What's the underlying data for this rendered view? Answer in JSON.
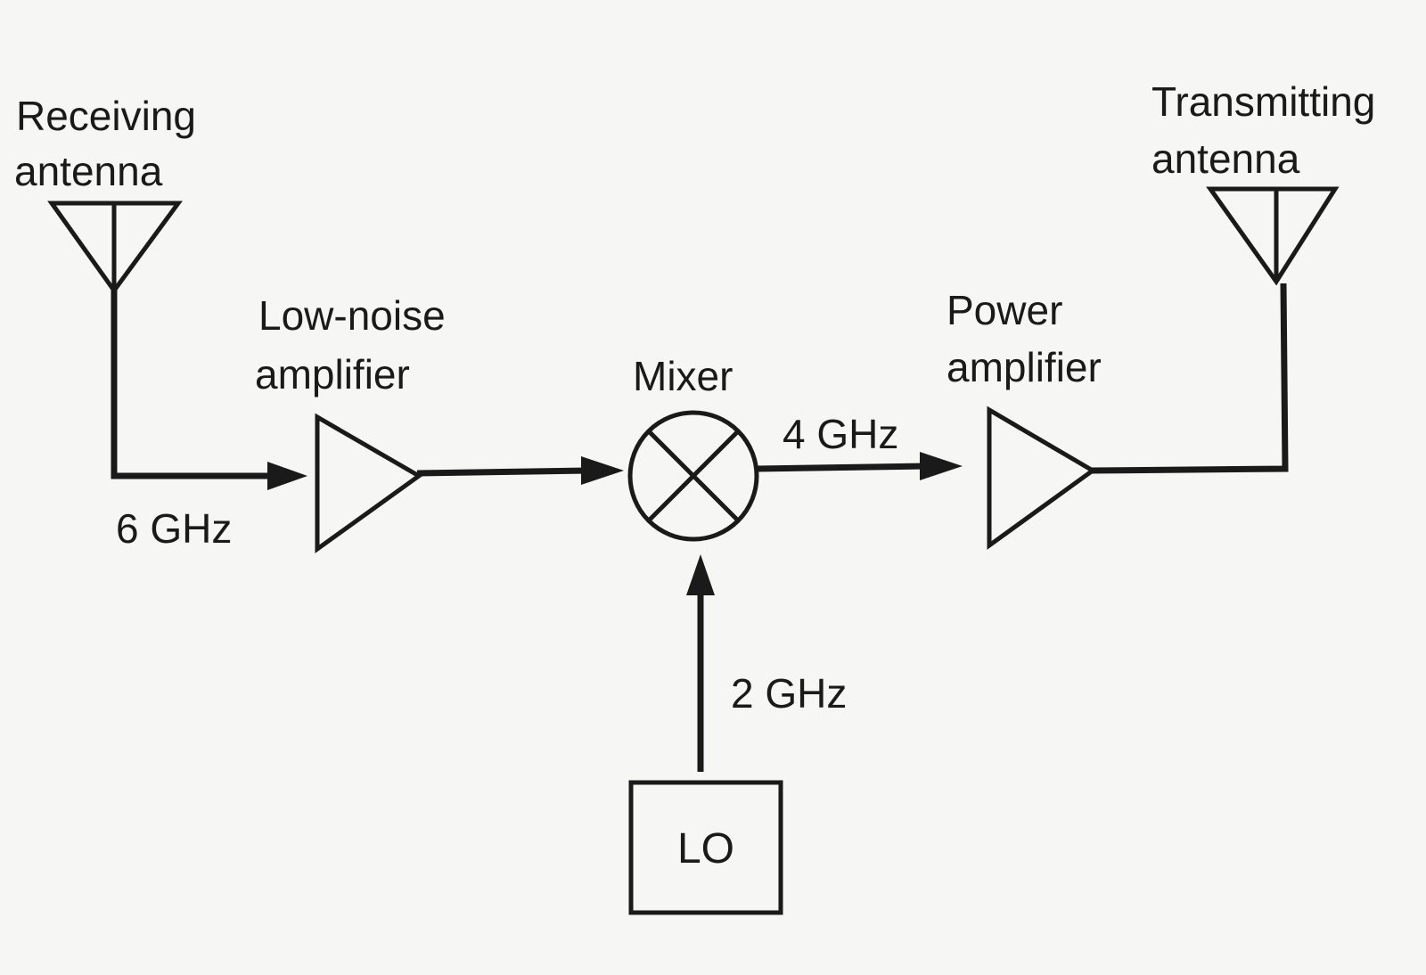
{
  "labels": {
    "receiving_antenna": [
      "Receiving",
      "antenna"
    ],
    "transmitting_antenna": [
      "Transmitting",
      "antenna"
    ],
    "low_noise_amplifier": [
      "Low-noise",
      "amplifier"
    ],
    "mixer": "Mixer",
    "power_amplifier": [
      "Power",
      "amplifier"
    ],
    "lo": "LO"
  },
  "frequencies": {
    "input": "6 GHz",
    "output": "4 GHz",
    "lo": "2 GHz"
  }
}
